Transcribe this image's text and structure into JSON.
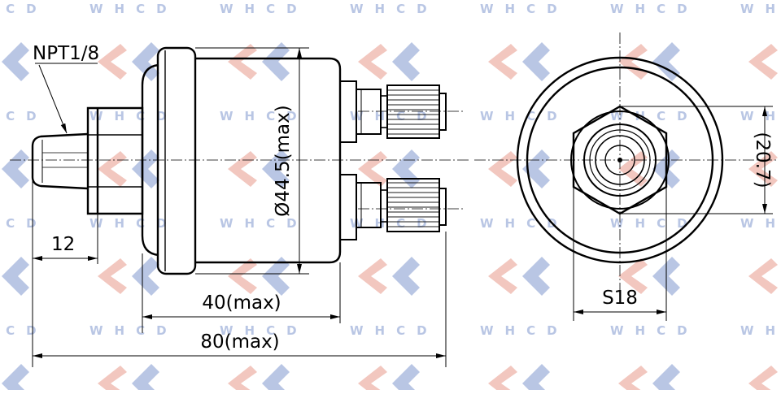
{
  "watermark": {
    "text": "WHCD",
    "colors": {
      "blue": "#b9c6e4",
      "red": "#f2c7bf"
    }
  },
  "dimensions": {
    "thread": "NPT1/8",
    "length_12": "12",
    "diameter": "Ø44.5(max)",
    "length_40": "40(max)",
    "length_80": "80(max)",
    "hex_size": "S18",
    "hex_flats": "(20.7)"
  },
  "colors": {
    "line": "#000000",
    "background": "#ffffff"
  }
}
